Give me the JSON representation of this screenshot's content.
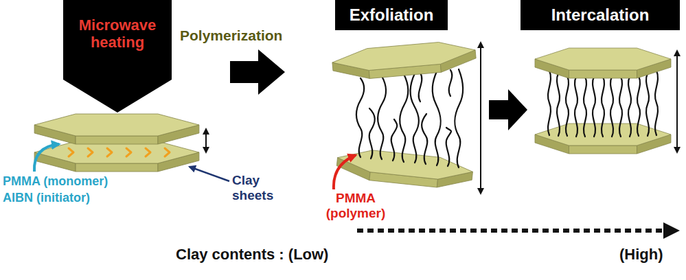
{
  "diagram": {
    "nodes": [
      {
        "text": [
          "Microwave heating"
        ]
      },
      {
        "text": [
          "Exfoliation"
        ]
      },
      {
        "text": [
          "Intercalation"
        ]
      }
    ],
    "labels": [
      "Polymerization",
      "PMMA (monomer)",
      "AIBN (initiator)",
      "Clay sheets",
      "PMMA (polymer)",
      "Clay contents : (Low)",
      "(High)"
    ]
  }
}
